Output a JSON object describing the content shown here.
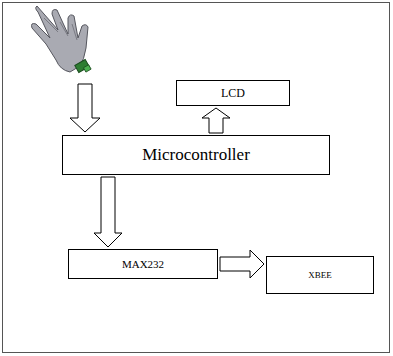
{
  "diagram": {
    "nodes": [
      {
        "text": [
          "LCD"
        ]
      },
      {
        "text": [
          "Microcontroller"
        ]
      },
      {
        "text": [
          "MAX232"
        ]
      },
      {
        "text": [
          "XBEE"
        ]
      }
    ],
    "edges": [
      {
        "from": 1,
        "to": 0,
        "arrow": "to"
      },
      {
        "from": 1,
        "to": 2,
        "arrow": "to"
      },
      {
        "from": 2,
        "to": 3,
        "arrow": "to"
      }
    ]
  }
}
